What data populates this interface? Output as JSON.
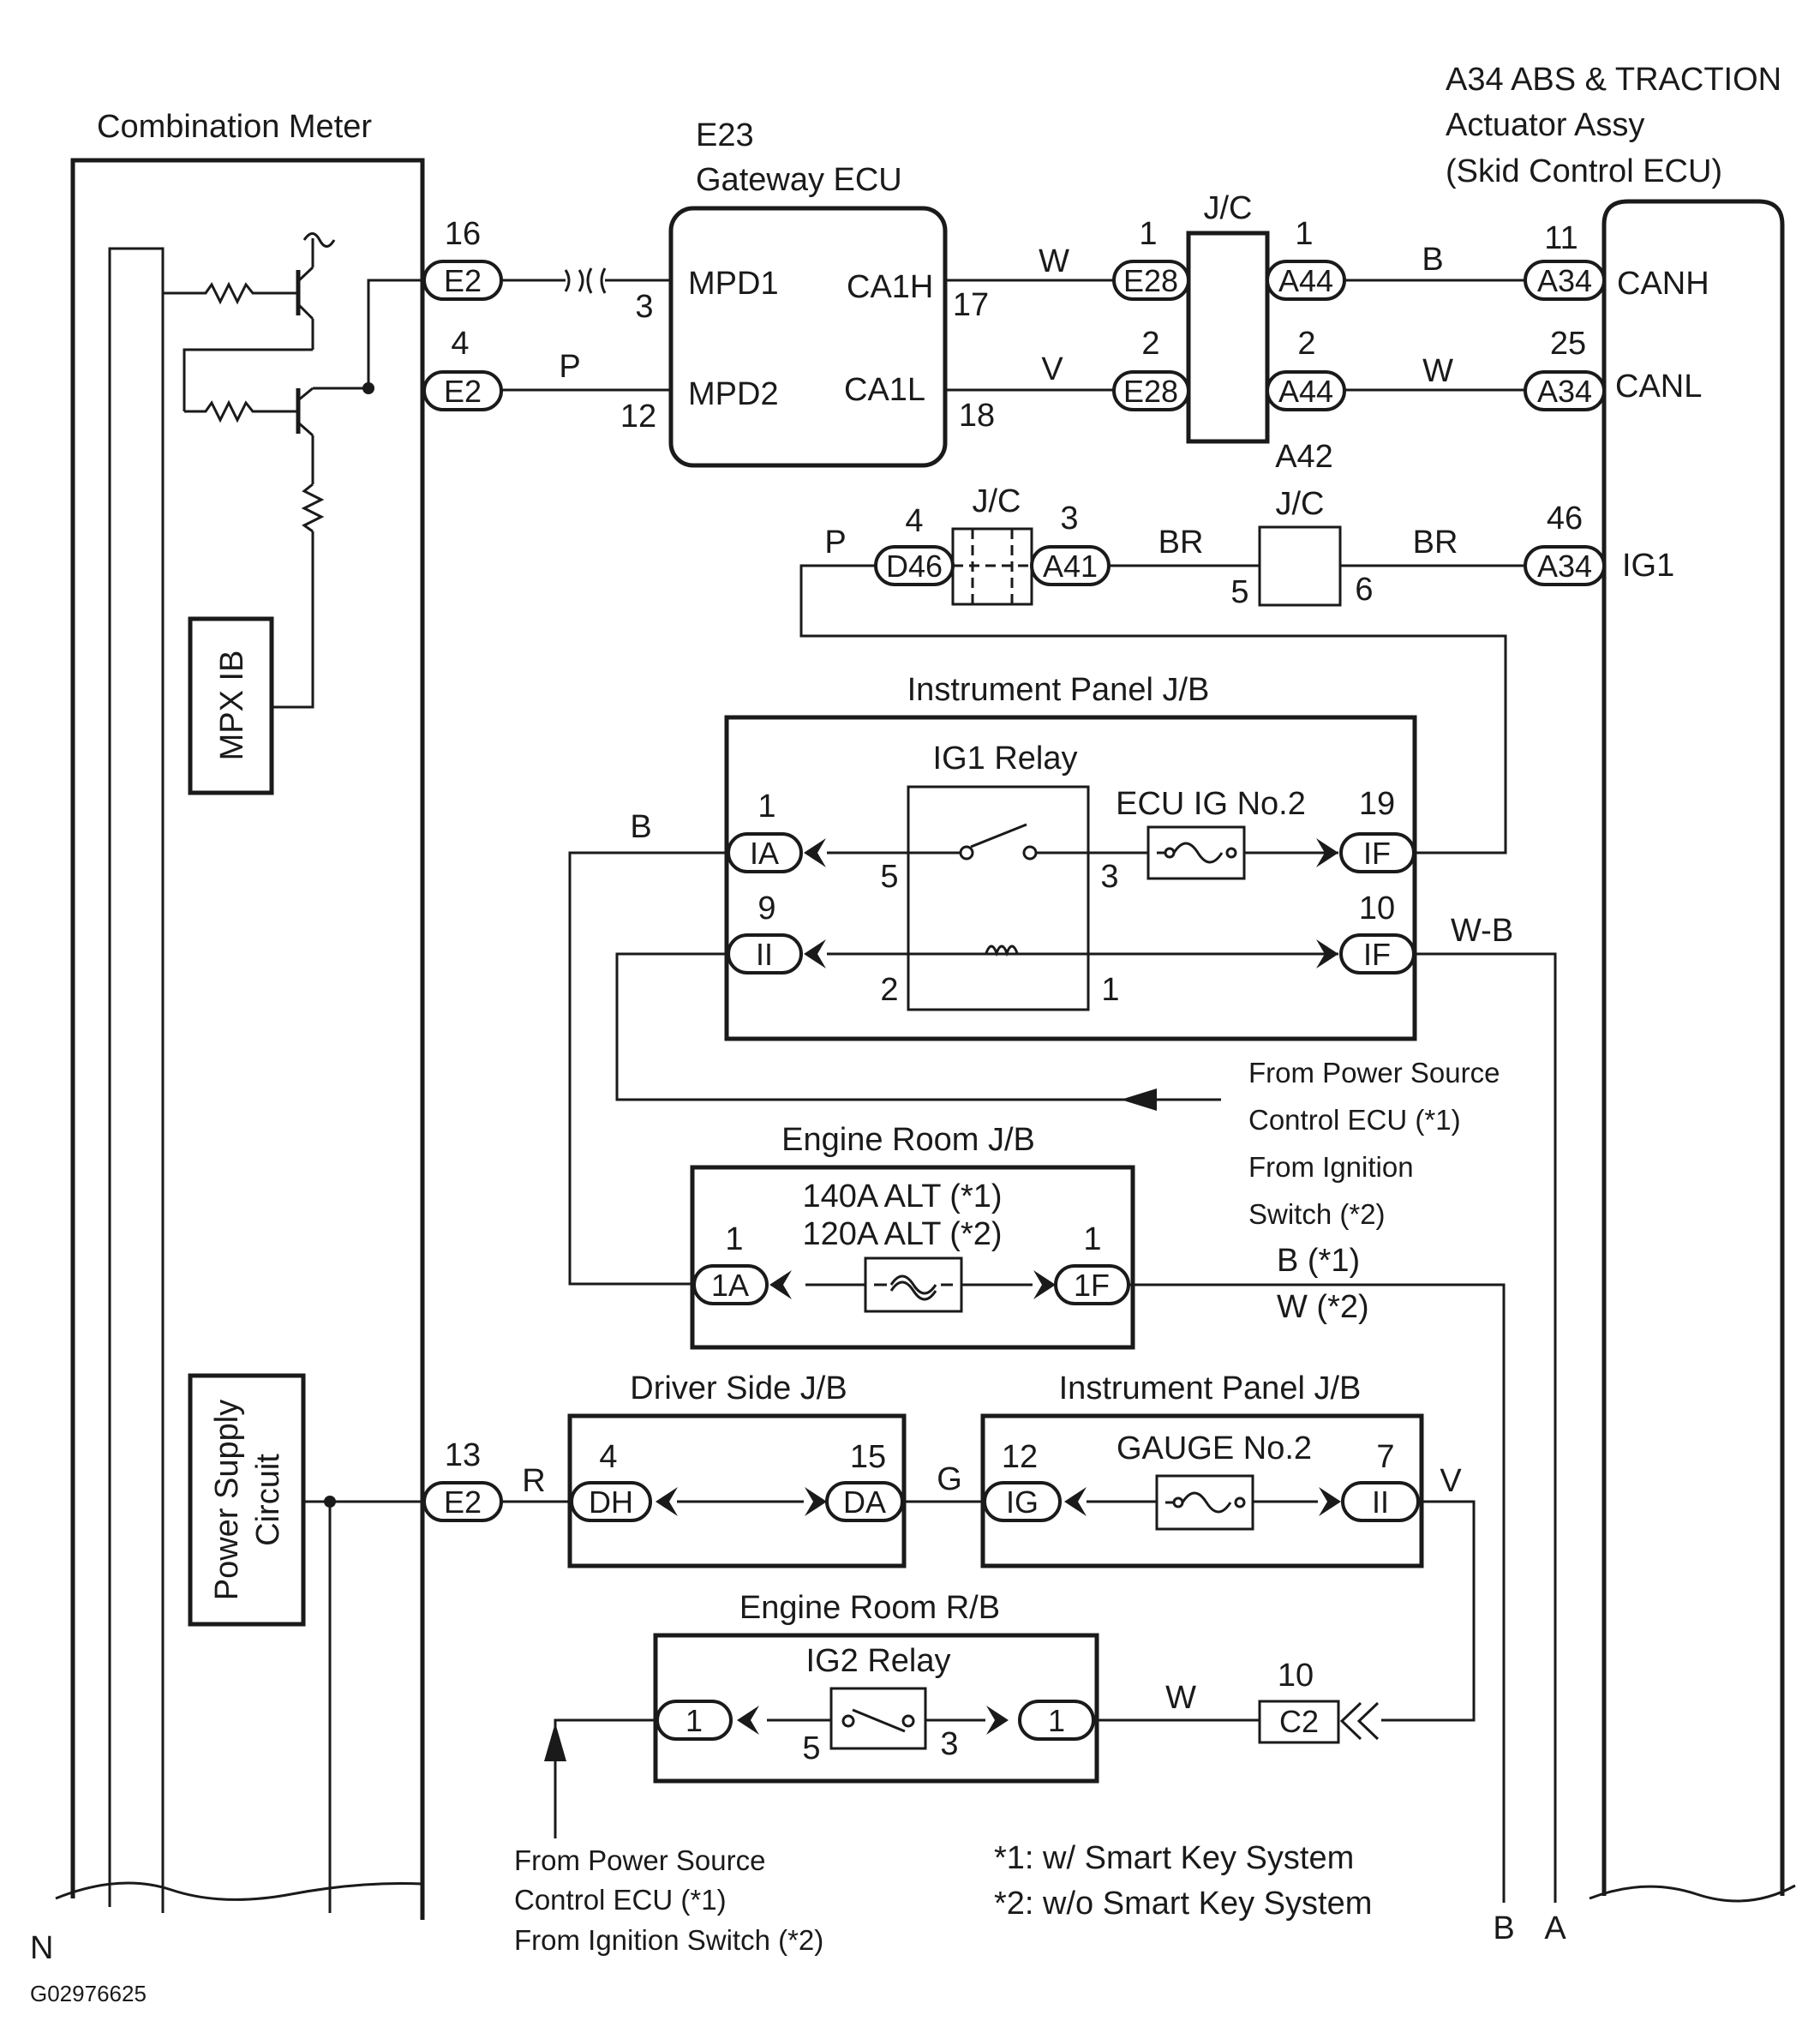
{
  "diagram_id": "G02976625",
  "orientation_mark": "N",
  "components": {
    "combination_meter": {
      "title": "Combination Meter",
      "mpx_ib": "MPX IB",
      "power_supply_line1": "Power Supply",
      "power_supply_line2": "Circuit"
    },
    "gateway_ecu": {
      "code": "E23",
      "title": "Gateway ECU",
      "mpd1": "MPD1",
      "mpd2": "MPD2",
      "ca1h": "CA1H",
      "ca1l": "CA1L"
    },
    "abs_actuator": {
      "line1": "A34 ABS & TRACTION",
      "line2": "Actuator Assy",
      "line3": "(Skid Control ECU)",
      "canh": "CANH",
      "canl": "CANL",
      "ig1": "IG1"
    },
    "jc_top": "J/C",
    "jc_a42_code": "A42",
    "jc_a42": "J/C",
    "jc_d46": "J/C",
    "instrument_panel_jb_1": {
      "title": "Instrument Panel J/B",
      "relay": "IG1 Relay",
      "fuse": "ECU IG No.2"
    },
    "engine_room_jb": {
      "title": "Engine Room J/B",
      "fuse_line1": "140A ALT (*1)",
      "fuse_line2": "120A ALT (*2)"
    },
    "driver_side_jb": {
      "title": "Driver Side J/B"
    },
    "instrument_panel_jb_2": {
      "title": "Instrument Panel J/B",
      "fuse": "GAUGE No.2"
    },
    "engine_room_rb": {
      "title": "Engine Room R/B",
      "relay": "IG2 Relay"
    }
  },
  "connectors": {
    "e2_16": {
      "pin": "16",
      "label": "E2"
    },
    "e2_4": {
      "pin": "4",
      "label": "E2"
    },
    "e2_13": {
      "pin": "13",
      "label": "E2"
    },
    "e28_1": {
      "pin": "1",
      "label": "E28"
    },
    "e28_2": {
      "pin": "2",
      "label": "E28"
    },
    "a44_1": {
      "pin": "1",
      "label": "A44"
    },
    "a44_2": {
      "pin": "2",
      "label": "A44"
    },
    "a34_11": {
      "pin": "11",
      "label": "A34"
    },
    "a34_25": {
      "pin": "25",
      "label": "A34"
    },
    "a34_46": {
      "pin": "46",
      "label": "A34"
    },
    "d46_4": {
      "pin": "4",
      "label": "D46"
    },
    "a41_3": {
      "pin": "3",
      "label": "A41"
    },
    "ia_1": {
      "pin": "1",
      "label": "IA"
    },
    "ii_9": {
      "pin": "9",
      "label": "II"
    },
    "if_19": {
      "pin": "19",
      "label": "IF"
    },
    "if_10": {
      "pin": "10",
      "label": "IF"
    },
    "f1a_1": {
      "pin": "1",
      "label": "1A"
    },
    "f1f_1": {
      "pin": "1",
      "label": "1F"
    },
    "dh_4": {
      "pin": "4",
      "label": "DH"
    },
    "da_15": {
      "pin": "15",
      "label": "DA"
    },
    "ig_12": {
      "pin": "12",
      "label": "IG"
    },
    "ii_7": {
      "pin": "7",
      "label": "II"
    },
    "rb_left": {
      "label": "1"
    },
    "rb_right": {
      "label": "1"
    },
    "c2_10": {
      "pin": "10",
      "label": "C2"
    }
  },
  "pins": {
    "mpd1": "3",
    "mpd2": "12",
    "ca1h": "17",
    "ca1l": "18",
    "jc_a42_in": "5",
    "jc_a42_out": "6",
    "ig1_relay_5": "5",
    "ig1_relay_3": "3",
    "ig1_relay_2": "2",
    "ig1_relay_1": "1",
    "ig2_relay_5": "5",
    "ig2_relay_3": "3"
  },
  "wire_colors": {
    "mpd2": "P",
    "ca1h": "W",
    "ca1l": "V",
    "canh": "B",
    "canl": "W",
    "d46": "P",
    "a41_out": "BR",
    "a42_out": "BR",
    "ia": "B",
    "if10": "W-B",
    "alt_out_1": "B (*1)",
    "alt_out_2": "W (*2)",
    "e2_13": "R",
    "da_ig": "G",
    "ii7": "V",
    "rb_c2": "W"
  },
  "notes": {
    "ps_ecu_mid_1": "From Power Source",
    "ps_ecu_mid_2": "Control ECU (*1)",
    "ig_sw_mid_1": "From Ignition",
    "ig_sw_mid_2": "Switch (*2)",
    "ps_ecu_bot_1": "From Power Source",
    "ps_ecu_bot_2": "Control ECU (*1)",
    "ig_sw_bot": "From Ignition Switch (*2)",
    "footnote_1": "*1: w/ Smart Key System",
    "footnote_2": "*2: w/o Smart Key System",
    "terminal_b": "B",
    "terminal_a": "A"
  }
}
